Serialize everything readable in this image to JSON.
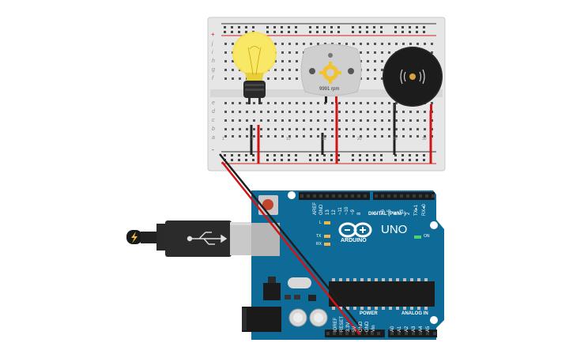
{
  "breadboard": {
    "left_row_labels_top": [
      "j",
      "i",
      "h",
      "g",
      "f"
    ],
    "left_row_labels_bottom": [
      "e",
      "d",
      "c",
      "b",
      "a"
    ],
    "rail_plus": "+",
    "rail_minus": "-",
    "column_numbers": [
      "1",
      "5",
      "10",
      "15",
      "20",
      "25",
      "30"
    ]
  },
  "components": {
    "bulb_name": "light-bulb",
    "motor_speed": "9991 rpm",
    "buzzer_name": "piezo-buzzer"
  },
  "arduino": {
    "logo_text": "ARDUINO",
    "model": "UNO",
    "on_label": "ON",
    "l_label": "L",
    "tx_label": "TX",
    "rx_label": "RX",
    "digital_label": "DIGITAL (PWM~)",
    "power_label": "POWER",
    "analog_label": "ANALOG IN",
    "digital_pins": [
      "AREF",
      "GND",
      "13",
      "12",
      "~11",
      "~10",
      "~9",
      "8",
      "7",
      "~6",
      "~5",
      "4",
      "~3",
      "2",
      "TX▸1",
      "RX◂0"
    ],
    "power_pins": [
      "IOREF",
      "RESET",
      "3.3V",
      "5V",
      "GND",
      "GND",
      "Vin"
    ],
    "analog_pins": [
      "A0",
      "A1",
      "A2",
      "A3",
      "A4",
      "A5"
    ]
  },
  "colors": {
    "board": "#0e6b97",
    "breadboard": "#e4e4e4",
    "wire_red": "#d11414",
    "wire_black": "#222222",
    "bulb_yellow": "#f7e04d"
  }
}
